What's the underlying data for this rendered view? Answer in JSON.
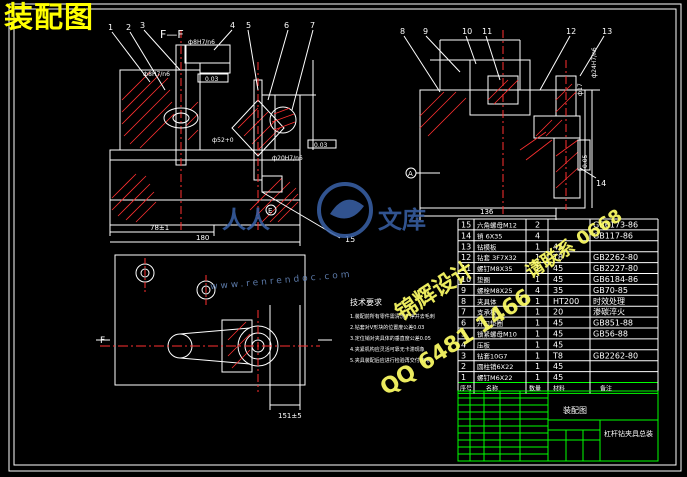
{
  "title": "装配图",
  "section_label": "F—F",
  "view_marker_f": "F",
  "view_marker_a": "A",
  "view_marker_e": "E",
  "balloons_top": [
    "1",
    "2",
    "3",
    "4",
    "5",
    "6",
    "7",
    "8",
    "9",
    "10",
    "11",
    "12",
    "13",
    "14",
    "15"
  ],
  "fit_labels": {
    "f1": "ф8H7/n6",
    "f2": "ф8H7/n6",
    "f3": "ф20H7/n6",
    "f4": "ф24H7/n6",
    "f5": "ф17",
    "f6": "ф52+0"
  },
  "tolerance_boxes": [
    "0.03",
    "0.03",
    "0.05"
  ],
  "dimensions": {
    "d_78": "78±1",
    "d_180": "180",
    "d_136": "136",
    "d_151": "151±5"
  },
  "tech_requirements": {
    "heading": "技术要求",
    "lines": [
      "1.装配前所有零件需清洗干净并去毛刺",
      "2.钻套对V形块的位置度公差0.03",
      "3.定位销对夹具体的垂直度公差0.05",
      "4.夹紧机构应灵活可靠无卡滞现象",
      "5.夹具装配后应进行检验再交付使用"
    ]
  },
  "bom_rows": [
    {
      "no": "15",
      "name": "六角螺母M12",
      "qty": "2",
      "mat": "",
      "std": "GB6173-86"
    },
    {
      "no": "14",
      "name": "销 6X35",
      "qty": "4",
      "mat": "",
      "std": "GB117-86"
    },
    {
      "no": "13",
      "name": "钻模板",
      "qty": "1",
      "mat": "45",
      "std": ""
    },
    {
      "no": "12",
      "name": "钻套 3F7X32",
      "qty": "1",
      "mat": "T8",
      "std": "GB2262-80"
    },
    {
      "no": "11",
      "name": "螺钉M8X35",
      "qty": "1",
      "mat": "45",
      "std": "GB2227-80"
    },
    {
      "no": "10",
      "name": "垫圈",
      "qty": "1",
      "mat": "45",
      "std": "GB6184-86"
    },
    {
      "no": "9",
      "name": "螺栓M8X25",
      "qty": "4",
      "mat": "35",
      "std": "GB70-85"
    },
    {
      "no": "8",
      "name": "夹具体",
      "qty": "1",
      "mat": "HT200",
      "std": "时效处理"
    },
    {
      "no": "7",
      "name": "支承板",
      "qty": "1",
      "mat": "20",
      "std": "渗碳淬火"
    },
    {
      "no": "6",
      "name": "开口垫圈",
      "qty": "1",
      "mat": "45",
      "std": "GB851-88"
    },
    {
      "no": "5",
      "name": "锁紧螺母M10",
      "qty": "1",
      "mat": "45",
      "std": "GB56-88"
    },
    {
      "no": "4",
      "name": "压板",
      "qty": "1",
      "mat": "45",
      "std": ""
    },
    {
      "no": "3",
      "name": "钻套10G7",
      "qty": "1",
      "mat": "T8",
      "std": "GB2262-80"
    },
    {
      "no": "2",
      "name": "圆柱销6X22",
      "qty": "1",
      "mat": "45",
      "std": ""
    },
    {
      "no": "1",
      "name": "螺钉M6X22",
      "qty": "1",
      "mat": "45",
      "std": ""
    }
  ],
  "bom_header": [
    "序号",
    "名称",
    "数量",
    "材料",
    "备注"
  ],
  "title_block": {
    "drawing_name": "装配图",
    "part_name": "杠杆钻夹具总装"
  },
  "watermarks": {
    "brand": "人人文库",
    "url": "www.renrendoc.com",
    "qq": "QQ 6481 1466",
    "phone_mark": "请联系 0668",
    "name_mark": "锦辉设计"
  },
  "colors": {
    "background": "#000000",
    "outline": "#ffffff",
    "center_line": "#ff3030",
    "dimension": "#00ffff",
    "title_block_frame": "#00ff00",
    "watermark_yellow": "#ffff00",
    "watermark_blue": "#3a62a8"
  }
}
